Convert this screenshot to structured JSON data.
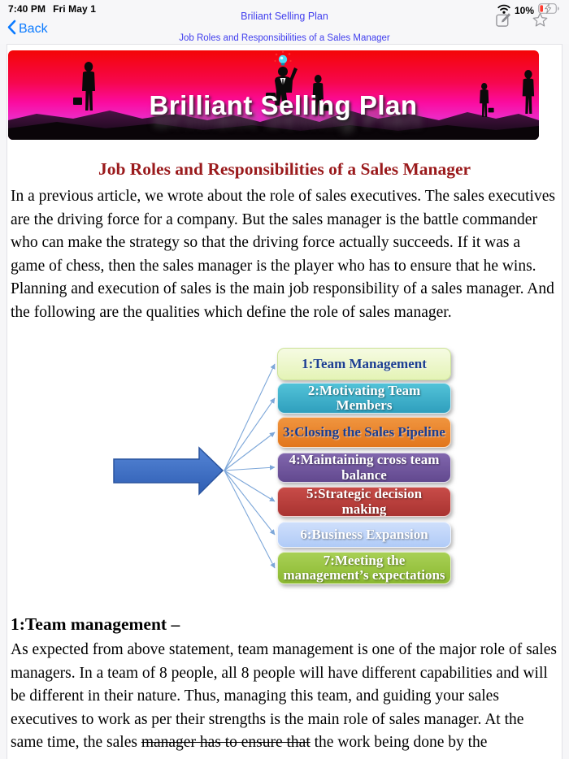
{
  "status_bar": {
    "time": "7:40 PM",
    "date": "Fri May 1",
    "battery_percent": "10%"
  },
  "nav": {
    "back_label": "Back",
    "title": "Briliant Selling Plan",
    "subtitle": "Job Roles and Responsibilities of a Sales Manager",
    "link_color": "#4240ee",
    "back_color": "#0a7aff"
  },
  "banner": {
    "title": "Brilliant Selling Plan"
  },
  "article": {
    "heading": "Job Roles and Responsibilities of a Sales Manager",
    "heading_color": "#9a1a1c",
    "intro": "In a previous article, we wrote about the role of sales executives. The sales executives are the driving force for a company. But the sales manager is the battle commander who can make the strategy so that the driving force actually succeeds. If it was a game of chess, then the sales manager is the player who has to ensure that he wins. Planning and execution of sales is the main job responsibility of a sales manager. And the following are the qualities which define the role of sales manager.",
    "section_heading": "1:Team management –",
    "body_before_strike": "As expected from above statement, team management is one of the major role of sales managers. In a team of 8 people, all 8 people will have different capabilities and will be different in their nature. Thus, managing this team, and guiding your sales executives to work as per their strengths is the main role of sales manager. At the same time, the sales ",
    "body_strike": "manager has to ensure that",
    "body_after_strike": " the work being done by the"
  },
  "diagram": {
    "arrow_color": "#3b6cc7",
    "connector_color": "#7da7d9",
    "boxes": [
      {
        "label": "1:Team Management",
        "bg": "#e9f3c8",
        "text_color": "#1b3e91"
      },
      {
        "label": "2:Motivating Team Members",
        "bg": "#38acc8",
        "text_color": "#ffffff"
      },
      {
        "label": "3:Closing the Sales Pipeline",
        "bg": "#e8832a",
        "text_color": "#1b3e91"
      },
      {
        "label": "4:Maintaining cross team balance",
        "bg": "#70559f",
        "text_color": "#ffffff"
      },
      {
        "label": "5:Strategic decision making",
        "bg": "#b93b38",
        "text_color": "#ffffff"
      },
      {
        "label": "6:Business Expansion",
        "bg": "#bad3f8",
        "text_color": "#ffffff"
      },
      {
        "label": "7:Meeting the management’s expectations",
        "bg": "#95c23d",
        "text_color": "#ffffff"
      }
    ]
  }
}
